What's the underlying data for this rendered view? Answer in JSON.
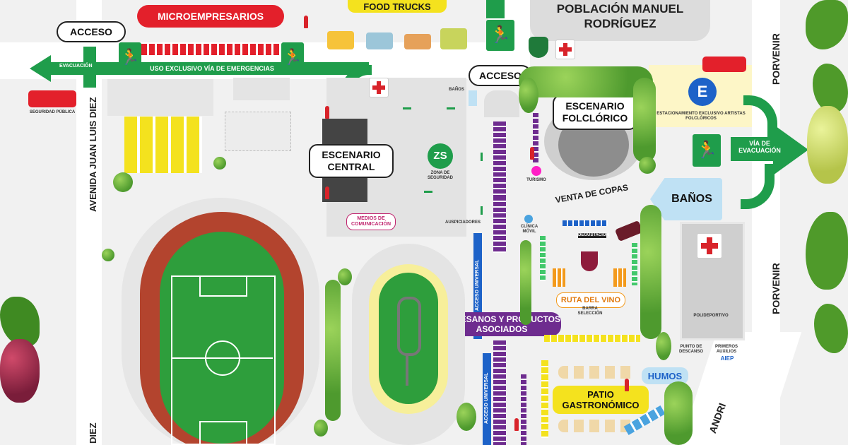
{
  "labels": {
    "microempresarios": "MICROEMPRESARIOS",
    "food_trucks": "FOOD TRUCKS",
    "poblacion": "POBLACIÓN MANUEL RODRÍGUEZ",
    "acceso_1": "ACCESO",
    "acceso_2": "ACCESO",
    "via_evacuacion_left": "VÍA DE EVACUACIÓN",
    "uso_exclusivo": "USO EXCLUSIVO VÍA DE EMERGENCIAS",
    "seguridad_publica": "SEGURIDAD PÚBLICA",
    "avenida": "AVENIDA JUAN LUIS DIEZ",
    "avenida_bottom": "DIEZ",
    "banos_small": "BAÑOS",
    "escenario_central": "ESCENARIO CENTRAL",
    "zona_seguridad_code": "ZS",
    "zona_seguridad": "ZONA DE SEGURIDAD",
    "medios": "MEDIOS DE COMUNICACIÓN",
    "auspiciadores": "AUSPICIADORES",
    "escenario_folclorico": "ESCENARIO FOLCLÓRICO",
    "turismo": "TURISMO",
    "venta_copas": "VENTA DE COPAS",
    "estacionamiento_code": "E",
    "estacionamiento": "ESTACIONAMIENTO EXCLUSIVO ARTISTAS FOLCLÓRICOS",
    "via_evacuacion_right": "VÍA DE EVACUACIÓN",
    "banos_big": "BAÑOS",
    "porvenir_top": "PORVENIR",
    "porvenir_bottom": "PORVENIR",
    "clinica": "CLÍNICA MÓVIL",
    "degustacion": "DEGUSTACIÓN",
    "ruta_vino": "RUTA DEL VINO",
    "barra": "BARRA SELECCIÓN",
    "polideportivo": "POLIDEPORTIVO",
    "punto_descanso": "PUNTO DE DESCANSO",
    "primeros_auxilios": "PRIMEROS AUXILIOS",
    "aiep": "AIEP",
    "acceso_universal_1": "ACCESO UNIVERSAL",
    "acceso_universal_2": "ACCESO UNIVERSAL",
    "artesanos": "ARTESANOS Y PRODUCTOS ASOCIADOS",
    "humos": "HUMOS",
    "patio": "PATIO GASTRONÓMICO",
    "street_bottom_right": "ANDRI"
  },
  "colors": {
    "red": "#e3202b",
    "green": "#1f9d4b",
    "yellow": "#f4e21e",
    "purple": "#6e2c8f",
    "orange": "#f39a1c",
    "blue": "#1d62c8",
    "track": "#b3442e"
  },
  "icons": [
    "fire-extinguisher-icon",
    "first-aid-icon",
    "running-man-icon",
    "food-truck-icon",
    "fire-truck-icon",
    "tree-icon",
    "wine-bottle-icon",
    "wine-glass-icon",
    "police-badge-icon",
    "grape-icon"
  ]
}
